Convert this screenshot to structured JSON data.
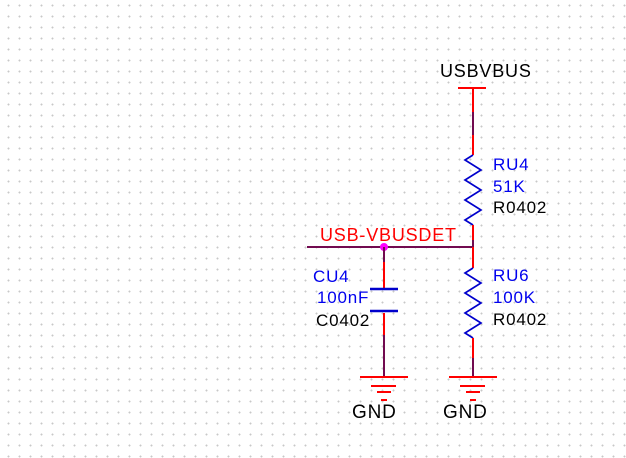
{
  "schematic": {
    "power_net": {
      "label": "USBVBUS"
    },
    "net_label": {
      "label": "USB-VBUSDET"
    },
    "resistor_ru4": {
      "designator": "RU4",
      "value": "51K",
      "footprint": "R0402"
    },
    "resistor_ru6": {
      "designator": "RU6",
      "value": "100K",
      "footprint": "R0402"
    },
    "capacitor_cu4": {
      "designator": "CU4",
      "value": "100nF",
      "footprint": "C0402"
    },
    "ground_left": {
      "label": "GND"
    },
    "ground_right": {
      "label": "GND"
    }
  },
  "colors": {
    "wire_red": "#ff0000",
    "wire_dark": "#720b50",
    "symbol_blue": "#0000cc",
    "text_blue": "#0000ee",
    "text_black": "#000000",
    "text_red": "#ff0000",
    "junction_magenta": "#ff00ff",
    "grid_dot": "#c8c8c8",
    "background": "#ffffff"
  }
}
